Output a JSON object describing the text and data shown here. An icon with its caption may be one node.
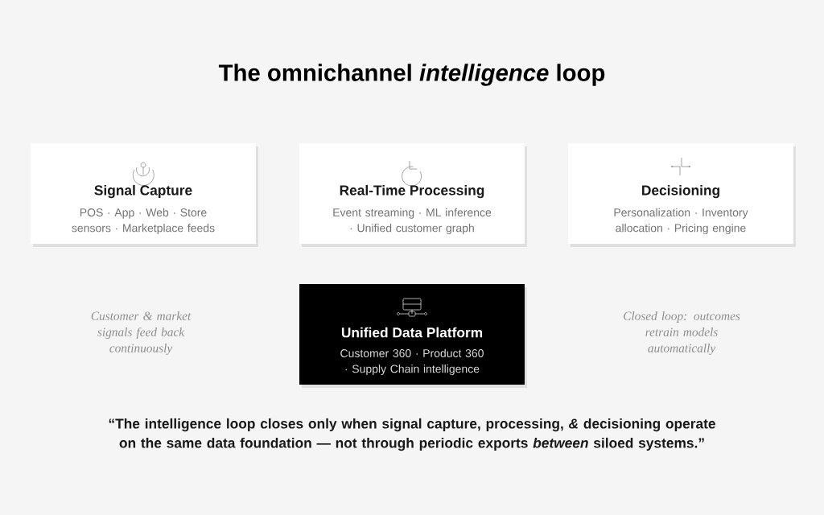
{
  "diagram": {
    "title": "The omnichannel *intelligence* loop",
    "nodes": [
      {
        "text": [
          "Signal Capture",
          "POS · App · Web · Store sensors · Marketplace feeds"
        ]
      },
      {
        "text": [
          "Real-Time Processing",
          "Event streaming · ML inference · Unified customer graph"
        ]
      },
      {
        "text": [
          "Decisioning",
          "Personalization · Inventory allocation · Pricing engine"
        ]
      },
      {
        "text": [
          "Unified Data Platform",
          "Customer 360 · Product 360 · Supply Chain intelligence"
        ]
      }
    ],
    "edges": [],
    "labels": [
      "Customer & market signals feed back continuously",
      "Closed loop: outcomes retrain models automatically"
    ],
    "caption": "“The intelligence loop closes only when signal capture, processing, *&* decisioning operate on the same data foundation — not through periodic exports *between* siloed systems.”"
  }
}
